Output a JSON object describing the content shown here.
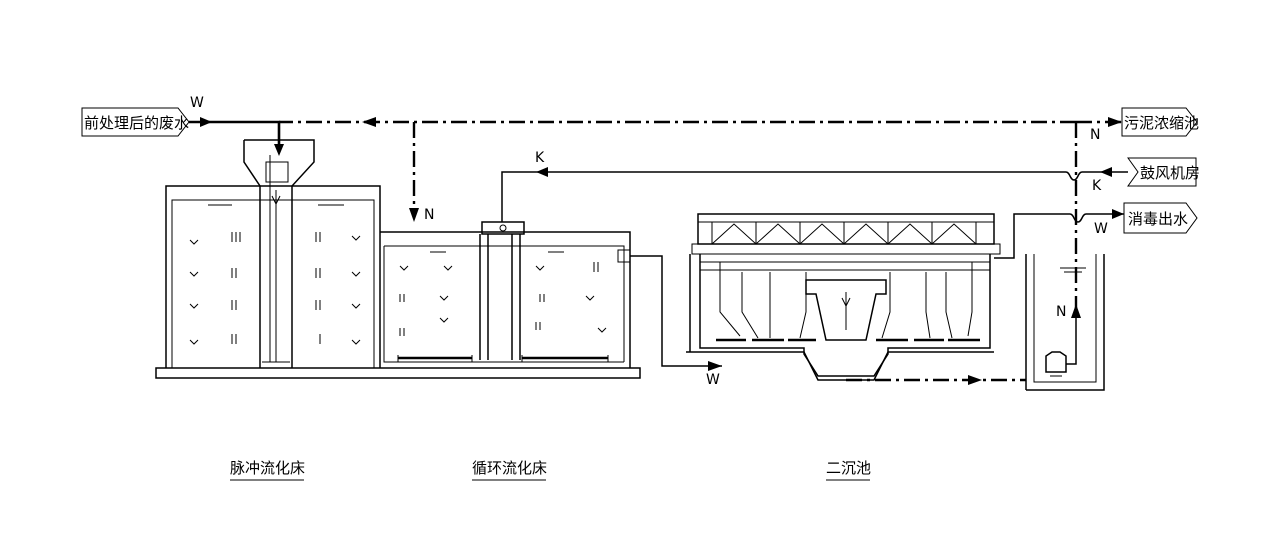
{
  "inputs": {
    "pretreated_wastewater": "前处理后的废水",
    "sludge_thickener": "污泥浓缩池",
    "blower_room": "鼓风机房",
    "disinfection_outlet": "消毒出水"
  },
  "flow_letters": {
    "w_inlet": "W",
    "n_return_top": "N",
    "n_right_top": "N",
    "k_air_top": "K",
    "k_air_right": "K",
    "w_outlet_right": "W",
    "n_pump": "N",
    "w_bottom": "W"
  },
  "units": {
    "pulse_bed": "脉冲流化床",
    "circulating_bed": "循环流化床",
    "secondary_clarifier": "二沉池"
  },
  "colors": {
    "line": "#000000",
    "background": "#ffffff"
  }
}
